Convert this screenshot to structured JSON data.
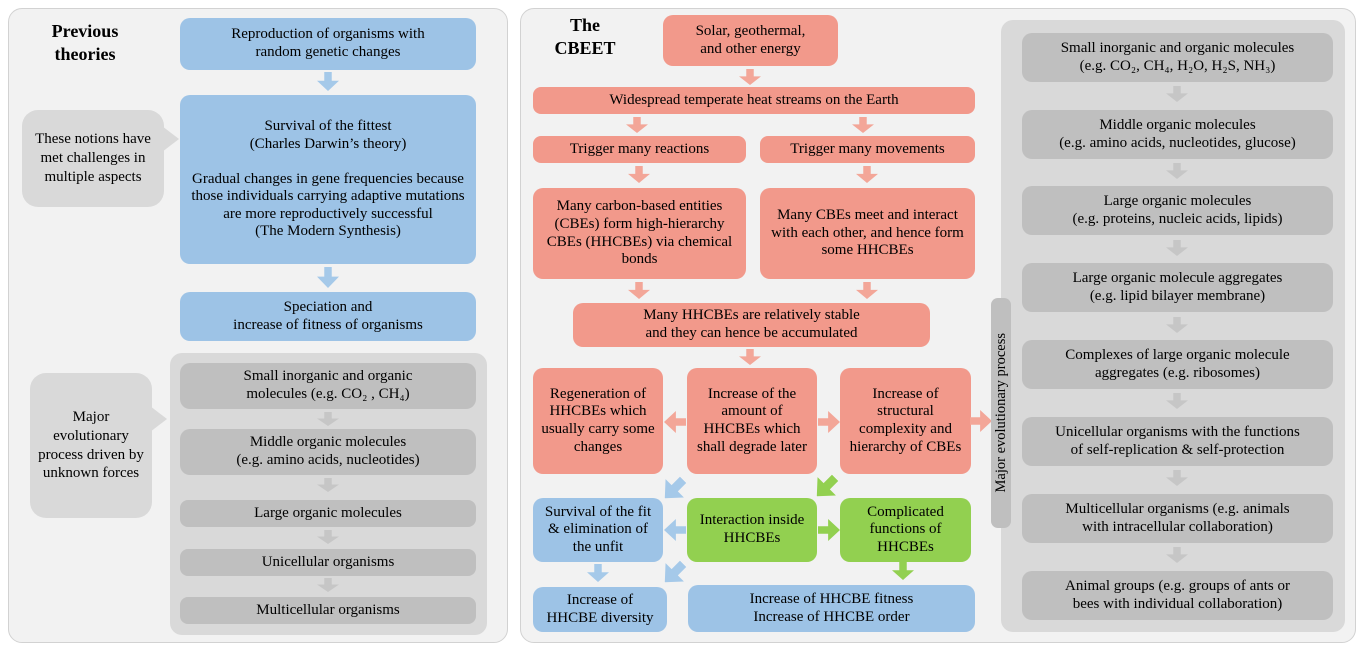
{
  "palette": {
    "blue_box": "#9dc3e6",
    "salmon_box": "#f2998b",
    "green_box": "#92d050",
    "gray_box": "#bfbfbf",
    "gray_container": "#d9d9d9",
    "panel_background": "#f2f2f2"
  },
  "icons": {
    "flow-arrow": "thick block arrow (CSS clip-path), directions: down / left / right / diagonal down-left",
    "bubble-tail": "triangle pointing right from speech bubble"
  },
  "left_panel": {
    "title": "Previous\ntheories",
    "bubble_challenges": "These notions have met challenges in multiple aspects",
    "bubble_forces": "Major evolutionary process driven by unknown forces",
    "boxes": {
      "reproduction": "Reproduction of organisms with\nrandom genetic changes",
      "survival": "Survival of the fittest\n(Charles Darwin’s theory)\n\nGradual changes in gene frequencies because those individuals carrying adaptive mutations are more reproductively successful\n(The Modern Synthesis)",
      "speciation": "Speciation and\nincrease of fitness of organisms",
      "small_molecules": "Small inorganic and organic\nmolecules (e.g. CO₂ , CH₄)",
      "middle_molecules": "Middle organic molecules\n(e.g. amino acids, nucleotides)",
      "large_molecules": "Large organic molecules",
      "unicellular": "Unicellular organisms",
      "multicellular": "Multicellular organisms"
    }
  },
  "cbeet_panel": {
    "title": "The\nCBEET",
    "boxes": {
      "energy": "Solar, geothermal,\nand other energy",
      "heat_streams": "Widespread temperate heat streams on the Earth",
      "trigger_reactions": "Trigger many reactions",
      "trigger_movements": "Trigger many movements",
      "form_hhcbes": "Many carbon-based entities (CBEs) form high-hierarchy CBEs (HHCBEs) via chemical bonds",
      "meet_interact": "Many CBEs meet and interact with each other, and hence form some HHCBEs",
      "stable": "Many HHCBEs are relatively stable\nand they can hence be accumulated",
      "regeneration": "Regeneration of HHCBEs which usually carry some changes",
      "amount": "Increase of the amount of HHCBEs which shall degrade later",
      "complexity": "Increase of structural complexity and hierarchy of CBEs",
      "survival_fit": "Survival of the fit & elimination of the unfit",
      "interaction": "Interaction inside HHCBEs",
      "functions": "Complicated functions of HHCBEs",
      "diversity": "Increase of\nHHCBE diversity",
      "fitness_order": "Increase of HHCBE fitness\nIncrease of HHCBE order"
    }
  },
  "right_column": {
    "vertical_label": "Major evolutionary process",
    "boxes": [
      "Small inorganic and organic molecules\n(e.g. CO₂, CH₄, H₂O, H₂S, NH₃)",
      "Middle organic molecules\n(e.g. amino acids, nucleotides, glucose)",
      "Large organic molecules\n(e.g. proteins, nucleic acids, lipids)",
      "Large organic molecule aggregates\n(e.g. lipid bilayer membrane)",
      "Complexes of large organic molecule\naggregates (e.g. ribosomes)",
      "Unicellular organisms with the functions\nof self-replication & self-protection",
      "Multicellular organisms (e.g. animals\nwith intracellular collaboration)",
      "Animal groups (e.g. groups of ants or\nbees with individual collaboration)"
    ]
  }
}
